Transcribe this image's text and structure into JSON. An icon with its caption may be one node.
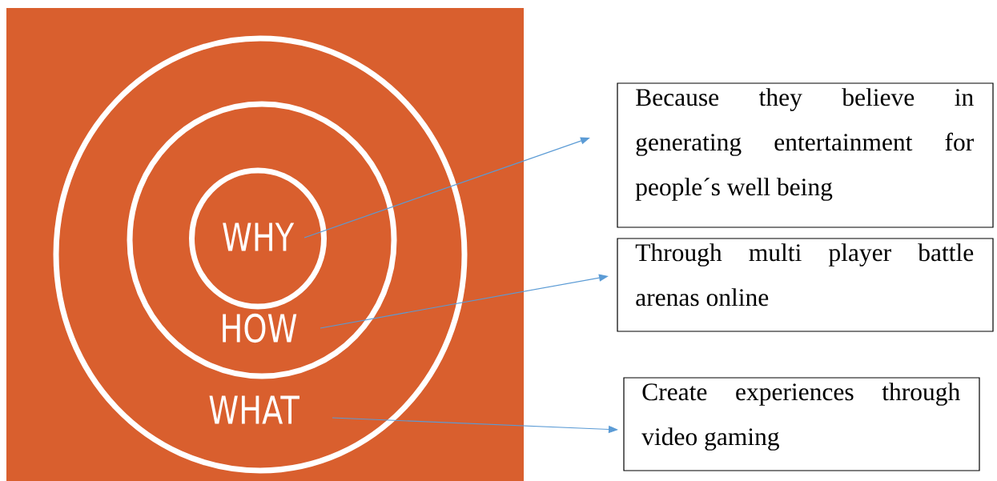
{
  "diagram": {
    "nodes": [
      {
        "text": [],
        "shape": "circle"
      },
      {
        "text": [],
        "shape": "circle",
        "in": 0
      },
      {
        "text": [],
        "shape": "circle",
        "in": 1
      },
      {
        "text": [
          "WHY"
        ],
        "in": 2
      },
      {
        "text": [
          "HOW"
        ],
        "in": 1
      },
      {
        "text": [
          "WHAT"
        ],
        "in": 0
      },
      {
        "text": [
          "Because they believe in generating entertainment for people´s well being"
        ]
      },
      {
        "text": [
          "Through multi player battle arenas online"
        ]
      },
      {
        "text": [
          "Create experiences through video gaming"
        ]
      }
    ],
    "edges": [
      {
        "from": 3,
        "to": 6,
        "arrow": "to"
      },
      {
        "from": 4,
        "to": 7,
        "arrow": "to"
      },
      {
        "from": 5,
        "to": 8,
        "arrow": "to"
      }
    ]
  }
}
